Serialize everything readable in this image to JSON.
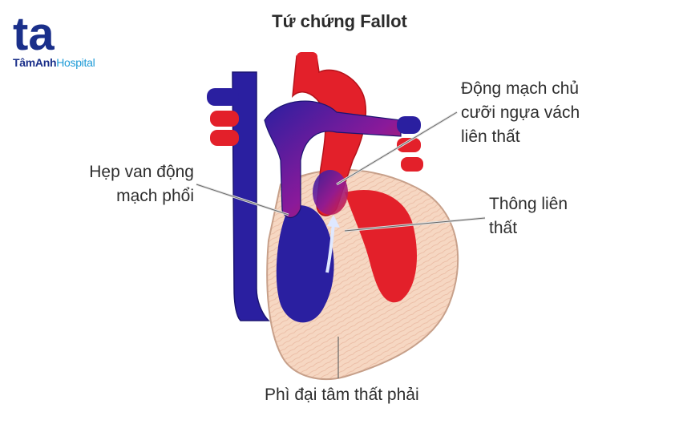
{
  "logo": {
    "mark": "ta",
    "brand_primary": "TâmAnh",
    "brand_secondary": "Hospital",
    "colors": {
      "primary": "#1a2f8a",
      "secondary": "#1e9bd7"
    }
  },
  "diagram": {
    "title": "Tứ chứng Fallot",
    "labels": {
      "aorta_line1": "Động mạch chủ",
      "aorta_line2": "cưỡi ngựa vách",
      "aorta_line3": "liên thất",
      "stenosis_line1": "Hẹp van động",
      "stenosis_line2": "mạch phổi",
      "vsd_line1": "Thông liên",
      "vsd_line2": "thất",
      "hypertrophy": "Phì đại tâm thất phải"
    },
    "colors": {
      "oxygenated": "#e3202a",
      "deoxygenated": "#2a1fa0",
      "muscle": "#f6d7c2"
    }
  }
}
